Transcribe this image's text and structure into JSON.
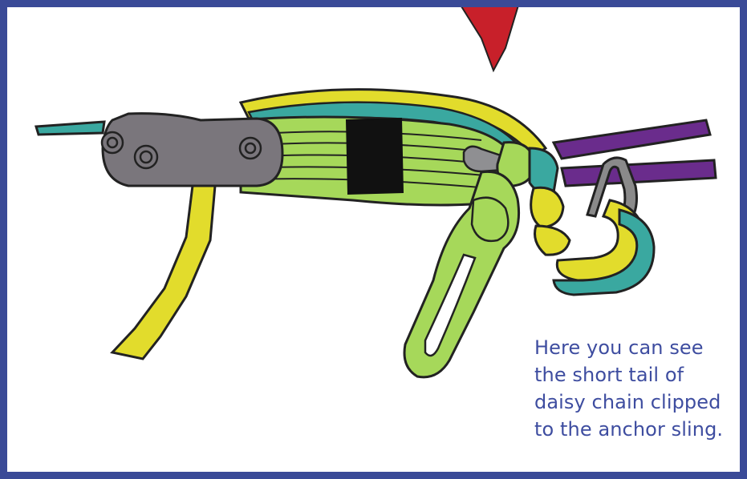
{
  "caption": {
    "lines": [
      "Here you can see",
      "the short tail of",
      "daisy chain clipped",
      "to the anchor sling."
    ]
  },
  "colors": {
    "frame_border": "#3a4a97",
    "caption_text": "#3e4da0",
    "daisy_chain": "#a6d85a",
    "yellow_strap": "#e2dc2c",
    "teal_strap": "#3aa8a0",
    "purple_sling": "#6a2c8c",
    "device_body": "#7a767c",
    "carabiner": "#8a8a8a",
    "red_cord": "#c8202a"
  },
  "icons": [
    "ascender-device-illustration",
    "daisy-chain-illustration",
    "carabiner-illustration",
    "anchor-sling-illustration",
    "red-cord-illustration"
  ]
}
